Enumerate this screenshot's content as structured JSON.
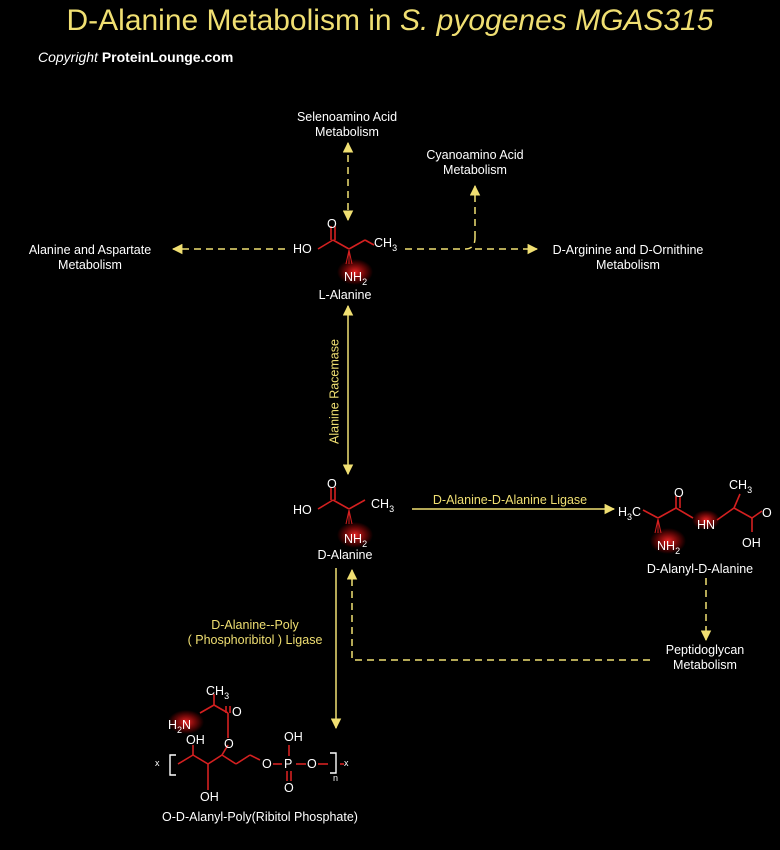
{
  "header": {
    "title_main": "D-Alanine Metabolism in ",
    "title_organism": "S. pyogenes MGAS315",
    "copyright_prefix": "Copyright ",
    "copyright_brand": "ProteinLounge.com"
  },
  "pathways": {
    "selenoamino": [
      "Selenoamino Acid",
      "Metabolism"
    ],
    "cyanoamino": [
      "Cyanoamino Acid",
      "Metabolism"
    ],
    "alanine_aspartate": [
      "Alanine and Aspartate",
      "Metabolism"
    ],
    "arginine_ornithine": [
      "D-Arginine and D-Ornithine",
      "Metabolism"
    ],
    "peptidoglycan": [
      "Peptidoglycan",
      "Metabolism"
    ]
  },
  "compounds": {
    "l_alanine": "L-Alanine",
    "d_alanine": "D-Alanine",
    "d_alanyl_d_alanine": "D-Alanyl-D-Alanine",
    "o_d_alanyl_poly": "O-D-Alanyl-Poly(Ribitol Phosphate)"
  },
  "enzymes": {
    "racemase": "Alanine Racemase",
    "ligase": "D-Alanine-D-Alanine Ligase",
    "poly_ligase": [
      "D-Alanine--Poly",
      "( Phosphoribitol ) Ligase"
    ]
  },
  "atoms": {
    "ho": "HO",
    "o": "O",
    "ch3": "CH",
    "h3c": "H",
    "sub3": "3",
    "nh2": "NH",
    "sub2": "2",
    "h2n": "H",
    "hn": "HN",
    "oh": "OH",
    "p": "P",
    "x": "x",
    "n": "n"
  },
  "colors": {
    "title": "#f0df72",
    "arrow": "#f0df72",
    "bond": "#d42020",
    "background": "#000000",
    "text": "#ffffff"
  }
}
